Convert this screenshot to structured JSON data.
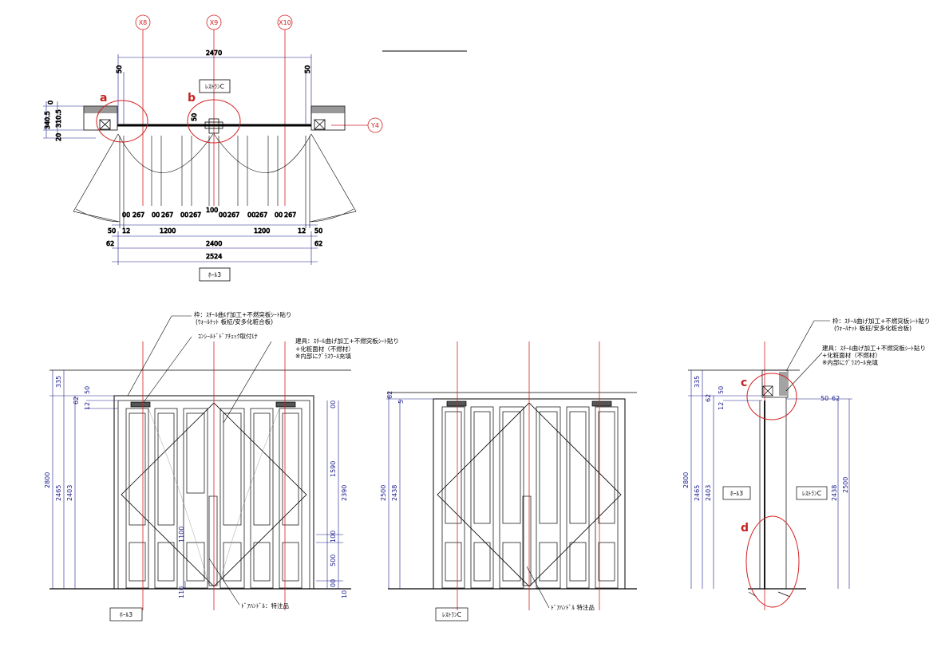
{
  "grid": {
    "x8": "X8",
    "x9": "X9",
    "x10": "X10",
    "y4": "Y4"
  },
  "marks": {
    "a": "a",
    "b": "b",
    "c": "c",
    "d": "d"
  },
  "rooms": {
    "restaurant": "ﾚｽﾄﾗﾝC",
    "hall": "ﾎｰﾙ3"
  },
  "notes": {
    "frame_1": "枠：ｽﾁｰﾙ曲げ加工+不燃突板ｼｰﾄ貼り",
    "frame_2": "(ｳｫｰﾙﾅｯﾄ 板柾/安多化粧合板)",
    "closer": "ｺﾝｼｰﾙﾄﾞﾄﾞｱﾁｪｯｸ取付け",
    "leaf_1": "建具：ｽﾁｰﾙ曲げ加工+不燃突板ｼｰﾄ貼り",
    "leaf_2": "+化粧面材（不燃材）",
    "leaf_3": "※内部にｸﾞﾗｽｳｰﾙ充填",
    "handle_a": "ﾄﾞｱﾊﾝﾄﾞﾙ：特注品",
    "handle_b": "ﾄﾞｱﾊﾝﾄﾞﾙ 特注品"
  },
  "plan_dims": {
    "overall": "2470",
    "left_50": "50",
    "right_50": "50",
    "d_0": "0",
    "d_3405": "340.5",
    "d_3105": "310.5",
    "d_20": "20",
    "b_50": "50",
    "seg_00": "00",
    "seg_267": "267",
    "seg_100": "100",
    "bot_50": "50",
    "bot_12": "12",
    "bot_1200": "1200",
    "w_2400": "2400",
    "w_62": "62",
    "w_2524": "2524"
  },
  "elev_dims": {
    "h_335": "335",
    "h_62": "62",
    "h_50": "50",
    "h_12": "12",
    "h_2800": "2800",
    "h_2465": "2465",
    "h_2403": "2403",
    "r_00": "00",
    "r_1590": "1590",
    "r_2390": "2390",
    "r_100": "100",
    "r_500": "500",
    "r_10": "10",
    "b_110": "110",
    "h_1100": "1100",
    "h_2500": "2500",
    "h_2438": "2438",
    "h_5": "5"
  }
}
